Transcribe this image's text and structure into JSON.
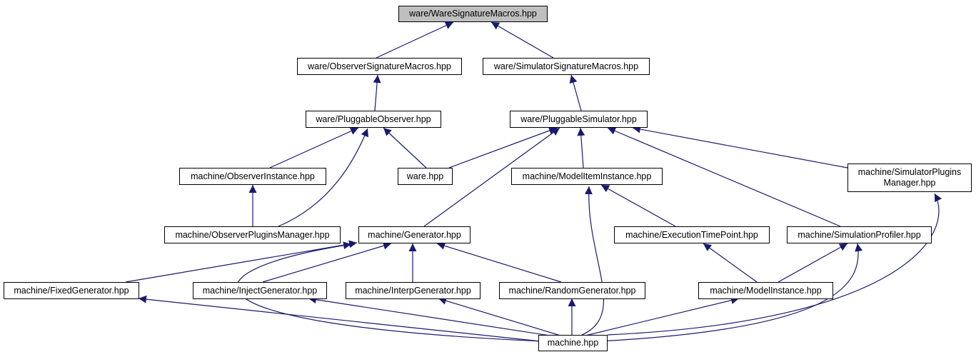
{
  "graph": {
    "edge_color": "#191970",
    "root_fill": "#bfbfbf",
    "nodes": [
      {
        "id": "n0",
        "label": "ware/WareSignatureMacros.hpp",
        "root": true
      },
      {
        "id": "n1",
        "label": "ware/ObserverSignatureMacros.hpp"
      },
      {
        "id": "n2",
        "label": "ware/SimulatorSignatureMacros.hpp"
      },
      {
        "id": "n3",
        "label": "ware/PluggableObserver.hpp"
      },
      {
        "id": "n4",
        "label": "ware/PluggableSimulator.hpp"
      },
      {
        "id": "n5",
        "label": "machine/ObserverInstance.hpp"
      },
      {
        "id": "n6",
        "label": "ware.hpp"
      },
      {
        "id": "n7",
        "label": "machine/ModelItemInstance.hpp"
      },
      {
        "id": "n8",
        "label": "machine/SimulatorPlugins\nManager.hpp"
      },
      {
        "id": "n9",
        "label": "machine/ObserverPluginsManager.hpp"
      },
      {
        "id": "n10",
        "label": "machine/Generator.hpp"
      },
      {
        "id": "n11",
        "label": "machine/ExecutionTimePoint.hpp"
      },
      {
        "id": "n12",
        "label": "machine/SimulationProfiler.hpp"
      },
      {
        "id": "n13",
        "label": "machine/FixedGenerator.hpp"
      },
      {
        "id": "n14",
        "label": "machine/InjectGenerator.hpp"
      },
      {
        "id": "n15",
        "label": "machine/InterpGenerator.hpp"
      },
      {
        "id": "n16",
        "label": "machine/RandomGenerator.hpp"
      },
      {
        "id": "n17",
        "label": "machine/ModelInstance.hpp"
      },
      {
        "id": "n18",
        "label": "machine.hpp"
      }
    ],
    "edges": [
      {
        "from": "n1",
        "to": "n0"
      },
      {
        "from": "n2",
        "to": "n0"
      },
      {
        "from": "n3",
        "to": "n1"
      },
      {
        "from": "n4",
        "to": "n2"
      },
      {
        "from": "n5",
        "to": "n3"
      },
      {
        "from": "n9",
        "to": "n3"
      },
      {
        "from": "n6",
        "to": "n3"
      },
      {
        "from": "n6",
        "to": "n4"
      },
      {
        "from": "n10",
        "to": "n4"
      },
      {
        "from": "n7",
        "to": "n4"
      },
      {
        "from": "n8",
        "to": "n4"
      },
      {
        "from": "n12",
        "to": "n4"
      },
      {
        "from": "n9",
        "to": "n5"
      },
      {
        "from": "n11",
        "to": "n7"
      },
      {
        "from": "n18",
        "to": "n7"
      },
      {
        "from": "n18",
        "to": "n8"
      },
      {
        "from": "n13",
        "to": "n10"
      },
      {
        "from": "n14",
        "to": "n10"
      },
      {
        "from": "n15",
        "to": "n10"
      },
      {
        "from": "n16",
        "to": "n10"
      },
      {
        "from": "n18",
        "to": "n10"
      },
      {
        "from": "n17",
        "to": "n11"
      },
      {
        "from": "n17",
        "to": "n12"
      },
      {
        "from": "n18",
        "to": "n12"
      },
      {
        "from": "n18",
        "to": "n13"
      },
      {
        "from": "n18",
        "to": "n14"
      },
      {
        "from": "n18",
        "to": "n15"
      },
      {
        "from": "n18",
        "to": "n16"
      },
      {
        "from": "n18",
        "to": "n17"
      }
    ]
  }
}
